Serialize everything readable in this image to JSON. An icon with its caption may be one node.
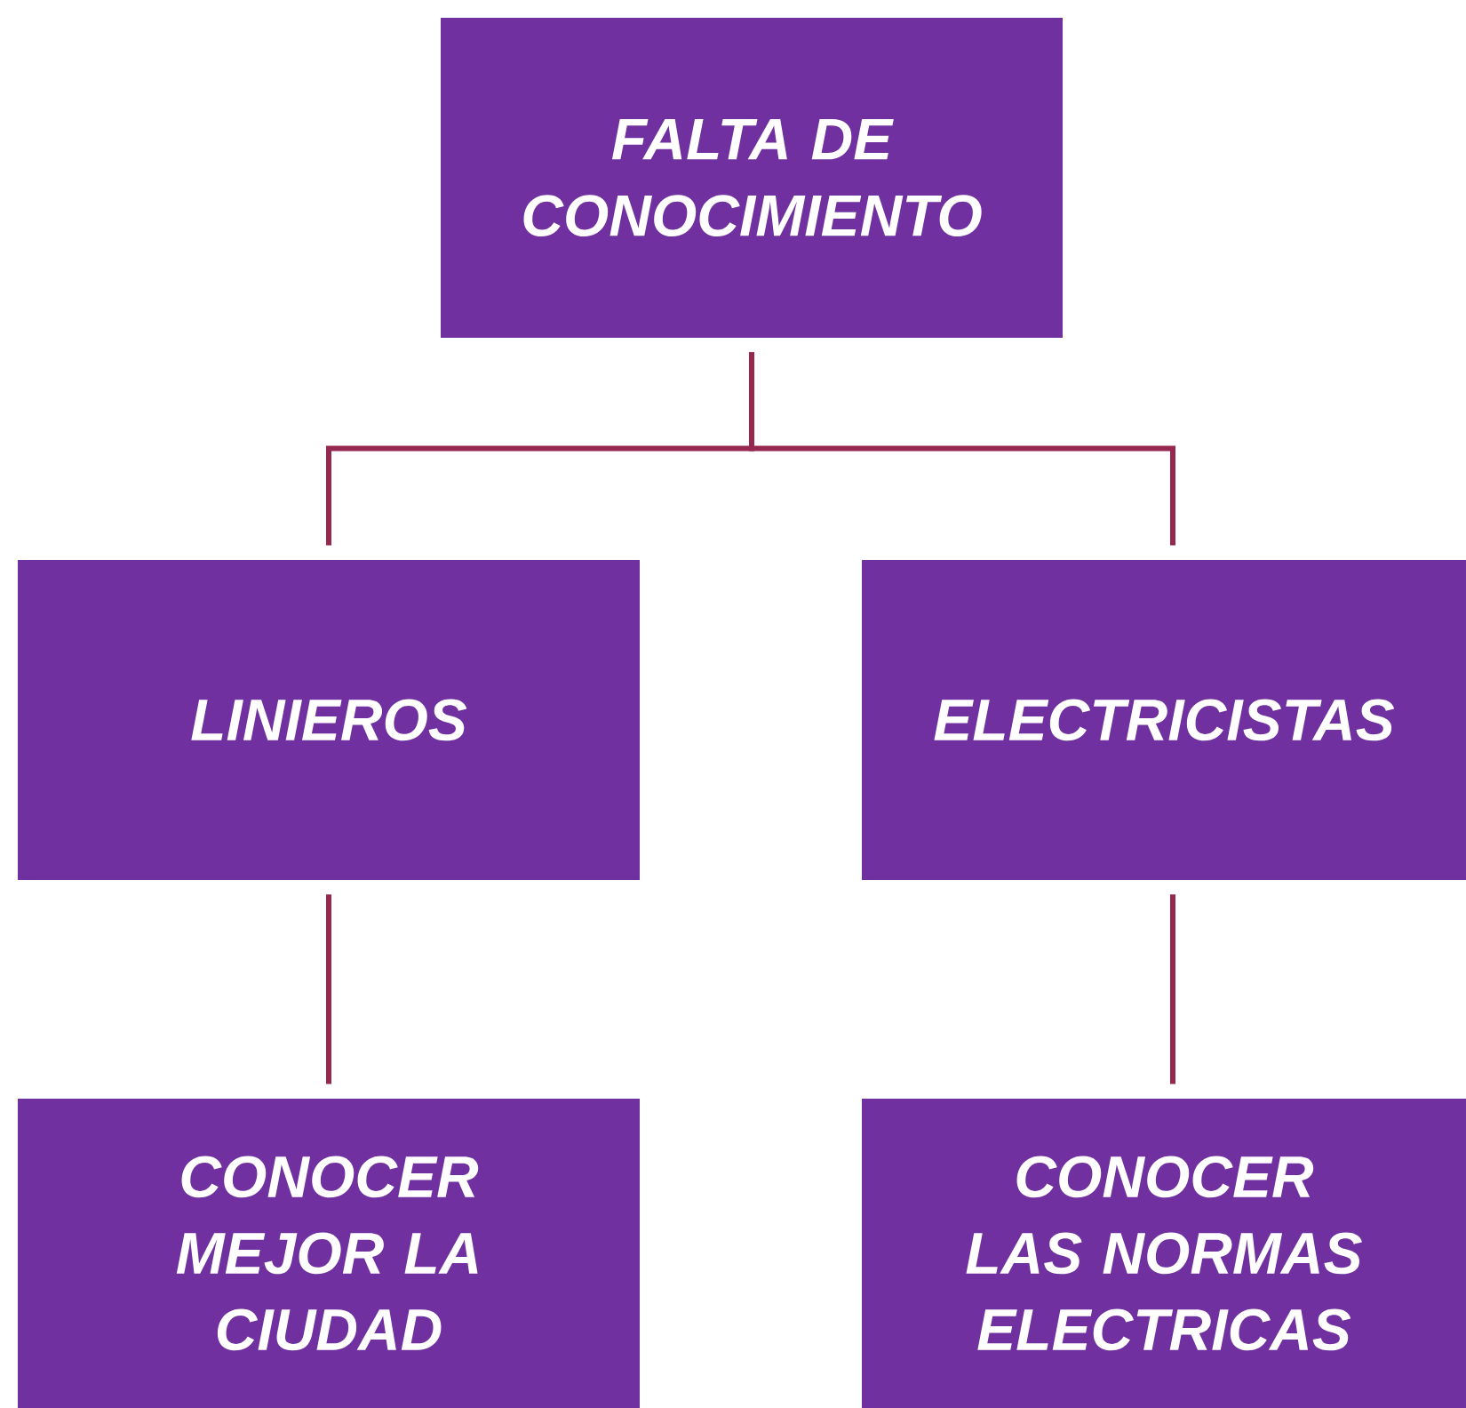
{
  "diagram": {
    "nodes": [
      {
        "text": [
          "FALTA DE CONOCIMIENTO"
        ]
      },
      {
        "text": [
          "LINIEROS"
        ]
      },
      {
        "text": [
          "ELECTRICISTAS"
        ]
      },
      {
        "text": [
          "CONOCER MEJOR LA CIUDAD"
        ]
      },
      {
        "text": [
          "CONOCER LAS NORMAS ELECTRICAS"
        ]
      }
    ],
    "edges": [
      {
        "from": 0,
        "to": 1,
        "arrow": "none"
      },
      {
        "from": 0,
        "to": 2,
        "arrow": "none"
      },
      {
        "from": 1,
        "to": 3,
        "arrow": "none"
      },
      {
        "from": 2,
        "to": 4,
        "arrow": "none"
      }
    ]
  }
}
